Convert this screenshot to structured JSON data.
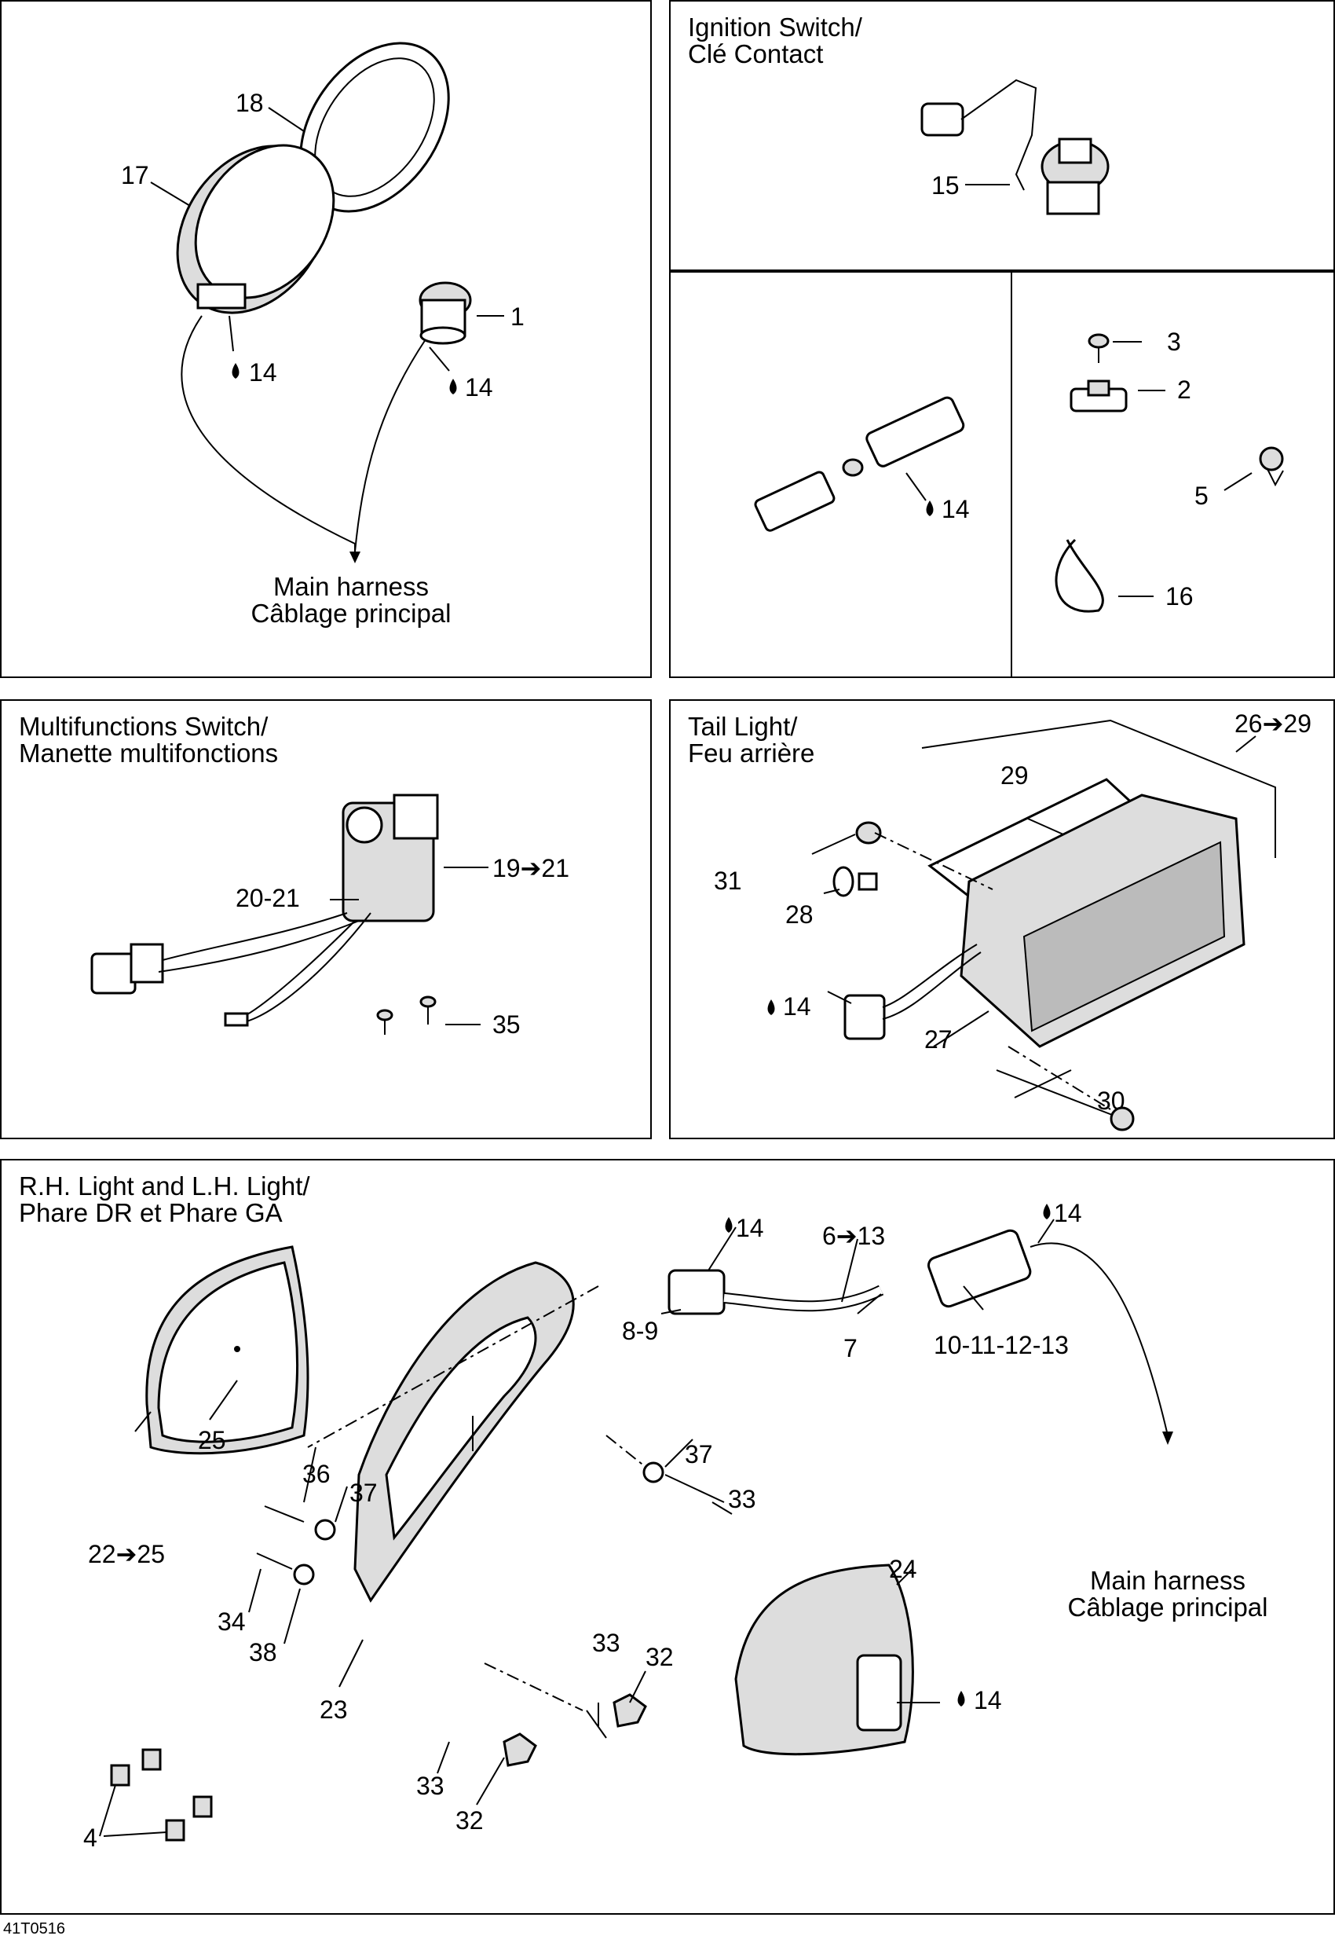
{
  "panels": {
    "headlamp_top": {
      "title": "",
      "harness": "Main harness\nCâblage principal"
    },
    "ignition": {
      "title": "Ignition Switch/\nClé Contact"
    },
    "multifunction": {
      "title": "Multifunctions Switch/\nManette multifonctions"
    },
    "tail_light": {
      "title": "Tail Light/\nFeu arrière"
    },
    "rh_lh_light": {
      "title": "R.H. Light and L.H. Light/\nPhare DR et Phare GA",
      "harness": "Main harness\nCâblage principal"
    }
  },
  "labels": {
    "p18": "18",
    "p17": "17",
    "p1": "1",
    "p14a": "14",
    "p14b": "14",
    "p15": "15",
    "p3": "3",
    "p2": "2",
    "p5": "5",
    "p16": "16",
    "p14c": "14",
    "p19_21": "19➔21",
    "p20_21": "20-21",
    "p35": "35",
    "p26_29": "26➔29",
    "p29": "29",
    "p31": "31",
    "p28": "28",
    "p14d": "14",
    "p27": "27",
    "p30": "30",
    "p14e": "14",
    "p14f": "14",
    "p6_13": "6➔13",
    "p8_9": "8-9",
    "p7": "7",
    "p10_13": "10-11-12-13",
    "p36": "36",
    "p37a": "37",
    "p37b": "37",
    "p33a": "33",
    "p25": "25",
    "p22_25": "22➔25",
    "p34": "34",
    "p38": "38",
    "p24": "24",
    "p33b": "33",
    "p32a": "32",
    "p23": "23",
    "p33c": "33",
    "p32b": "32",
    "p4": "4",
    "p14g": "14"
  },
  "footer": "41T0516"
}
